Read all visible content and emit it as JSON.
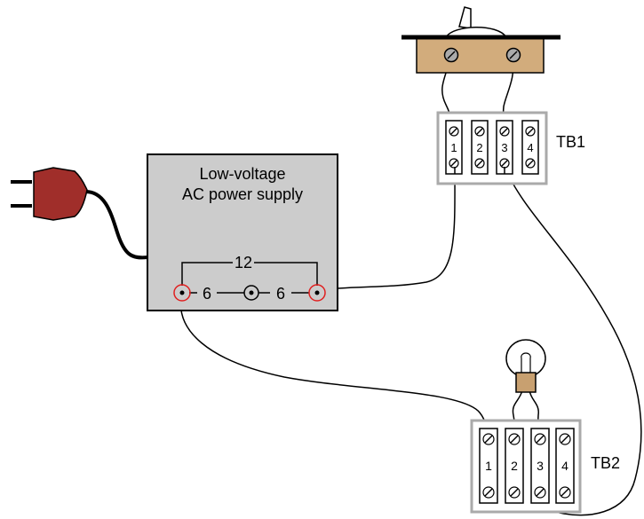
{
  "power_supply": {
    "title_line1": "Low-voltage",
    "title_line2": "AC power supply",
    "voltage_full": "12",
    "voltage_left": "6",
    "voltage_right": "6"
  },
  "terminal_blocks": [
    {
      "name": "TB1",
      "terminals": [
        "1",
        "2",
        "3",
        "4"
      ]
    },
    {
      "name": "TB2",
      "terminals": [
        "1",
        "2",
        "3",
        "4"
      ]
    }
  ],
  "colors": {
    "supply_body": "#cccccc",
    "plug": "#a02e2a",
    "switch_base": "#d2ac7c",
    "bulb_base": "#c8a070",
    "terminal_highlight": "#e02020",
    "block_frame": "#aaaaaa"
  }
}
